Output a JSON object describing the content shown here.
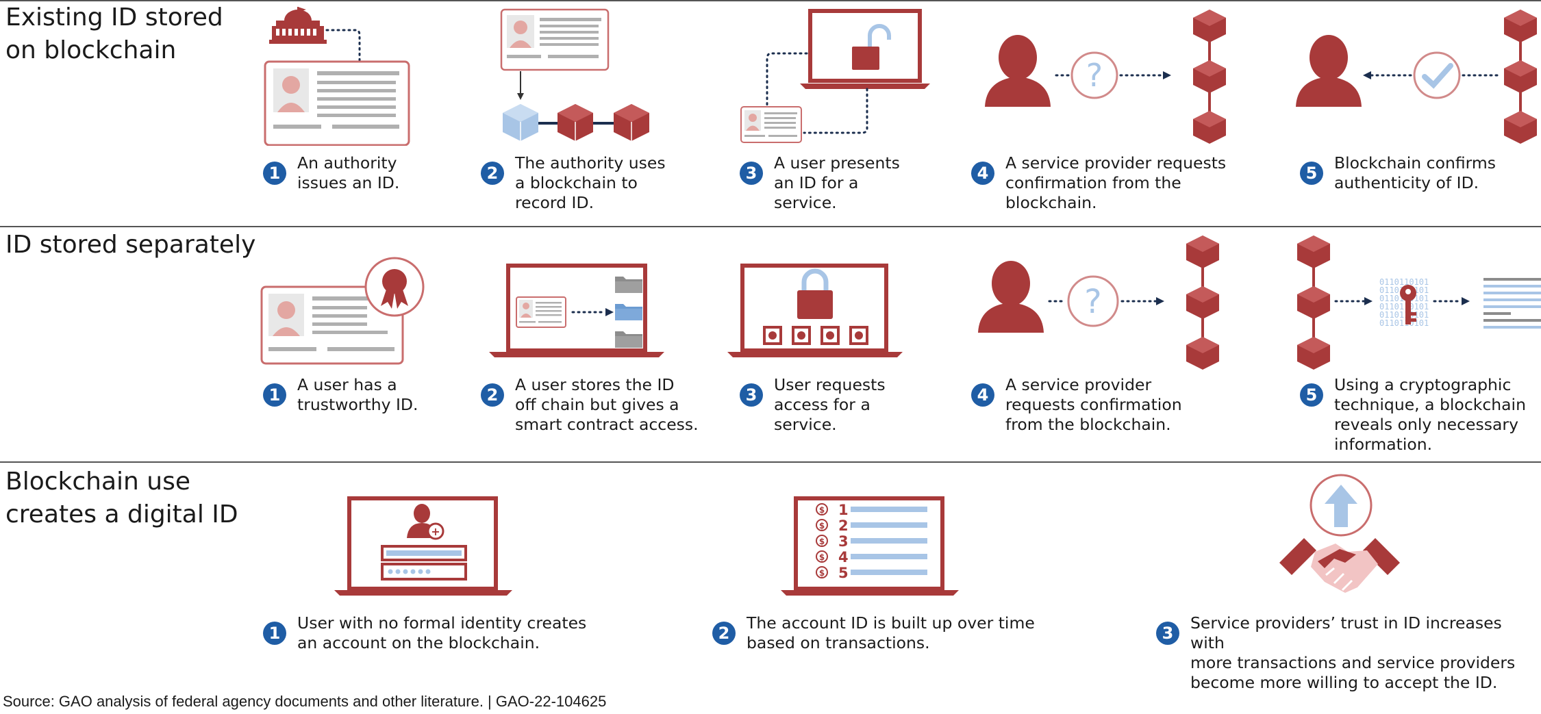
{
  "colors": {
    "red": "#a83a3a",
    "light_red": "#f2c4c4",
    "blue": "#1f5da5",
    "light_blue": "#a8c5e6",
    "gray": "#999999"
  },
  "sections": [
    {
      "title": "Existing ID stored\non blockchain",
      "steps": [
        {
          "num": "1",
          "text": "An authority\nissues an ID."
        },
        {
          "num": "2",
          "text": "The authority uses\na blockchain to\nrecord ID."
        },
        {
          "num": "3",
          "text": "A user presents\nan ID for a\nservice."
        },
        {
          "num": "4",
          "text": "A service provider requests\nconfirmation from the\nblockchain."
        },
        {
          "num": "5",
          "text": "Blockchain confirms\nauthenticity of ID."
        }
      ]
    },
    {
      "title": "ID stored separately",
      "steps": [
        {
          "num": "1",
          "text": "A user has a\ntrustworthy ID."
        },
        {
          "num": "2",
          "text": "A user stores the ID\noff chain but gives a\nsmart contract access."
        },
        {
          "num": "3",
          "text": "User requests\naccess for a\nservice."
        },
        {
          "num": "4",
          "text": "A service provider\nrequests confirmation\nfrom the blockchain."
        },
        {
          "num": "5",
          "text": "Using a cryptographic\ntechnique, a blockchain\nreveals only necessary\ninformation."
        }
      ],
      "binary_text": "0110110101"
    },
    {
      "title": "Blockchain use\ncreates a digital ID",
      "steps": [
        {
          "num": "1",
          "text": "User with no formal identity creates\nan account on the blockchain."
        },
        {
          "num": "2",
          "text": "The account ID is built up over time\nbased on transactions."
        },
        {
          "num": "3",
          "text": "Service providers’ trust in ID increases with\nmore transactions and service providers\nbecome more willing to accept the ID."
        }
      ],
      "ledger_numbers": [
        "1",
        "2",
        "3",
        "4",
        "5"
      ],
      "ledger_symbol": "$",
      "question_mark": "?",
      "plus_sign": "+"
    }
  ],
  "source": "Source: GAO analysis of federal agency documents and other literature.  |  GAO-22-104625"
}
